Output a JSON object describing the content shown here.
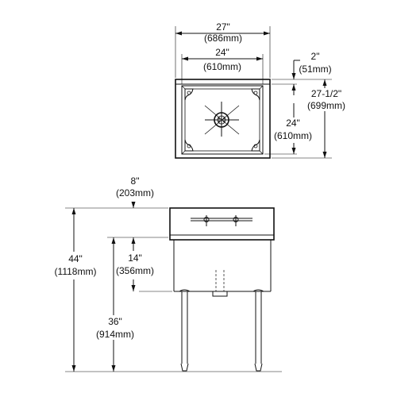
{
  "top_view": {
    "overall_width": {
      "imperial": "27\"",
      "metric": "(686mm)"
    },
    "bowl_width": {
      "imperial": "24\"",
      "metric": "(610mm)"
    },
    "backsplash_depth": {
      "imperial": "2\"",
      "metric": "(51mm)"
    },
    "overall_depth": {
      "imperial": "27-1/2\"",
      "metric": "(699mm)"
    },
    "bowl_depth": {
      "imperial": "24\"",
      "metric": "(610mm)"
    }
  },
  "front_view": {
    "backsplash_height": {
      "imperial": "8\"",
      "metric": "(203mm)"
    },
    "overall_height": {
      "imperial": "44\"",
      "metric": "(1118mm)"
    },
    "bowl_depth": {
      "imperial": "14\"",
      "metric": "(356mm)"
    },
    "rim_height": {
      "imperial": "36\"",
      "metric": "(914mm)"
    }
  }
}
